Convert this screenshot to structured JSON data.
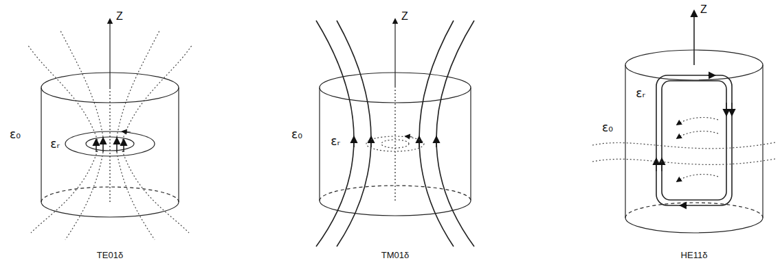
{
  "diagram": {
    "labels": [
      "Z",
      "ε₀",
      "εᵣ",
      "TE01δ",
      "Z",
      "ε₀",
      "εᵣ",
      "TM01δ",
      "Z",
      "εᵣ",
      "ε₀",
      "HE11δ"
    ]
  }
}
